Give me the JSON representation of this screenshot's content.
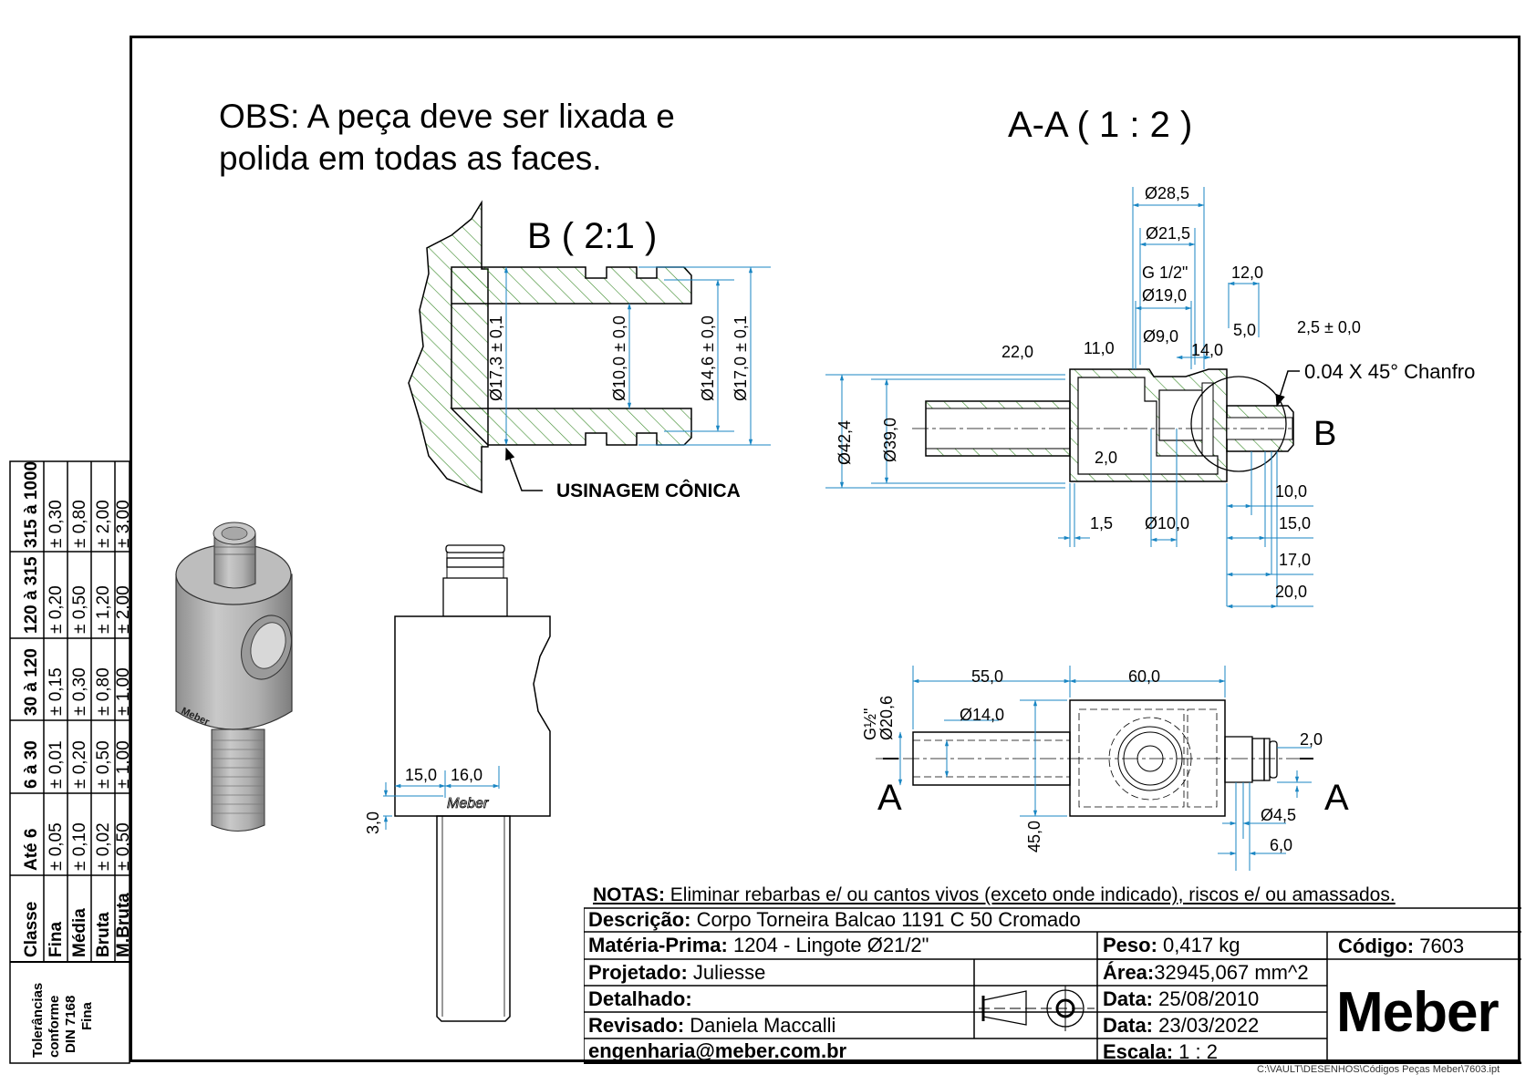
{
  "obs_note": [
    "OBS: A peça deve ser lixada e",
    "polida em todas as faces."
  ],
  "views": {
    "detail_b": {
      "title": "B ( 2:1 )",
      "dims": [
        "Ø17,3 ± 0,1",
        "Ø10,0 ± 0,0",
        "Ø14,6 ± 0,0",
        "Ø17,0 ± 0,1"
      ],
      "callout": "USINAGEM CÔNICA"
    },
    "section_aa": {
      "title": "A-A  ( 1 : 2 )",
      "dims": {
        "d28_5": "Ø28,5",
        "d21_5": "Ø21,5",
        "thread": "G 1/2\"",
        "d19_0": "Ø19,0",
        "d9_0": "Ø9,0",
        "l12_0": "12,0",
        "l5_0": "5,0",
        "l2_5": "2,5 ± 0,0",
        "l22_0": "22,0",
        "l11_0": "11,0",
        "l14_0": "14,0",
        "d42_4": "Ø42,4",
        "d39_0": "Ø39,0",
        "l2_0": "2,0",
        "l1_5": "1,5",
        "d10_0": "Ø10,0",
        "l10_0": "10,0",
        "l15_0": "15,0",
        "l17_0": "17,0",
        "l20_0": "20,0"
      },
      "chamfer_note": "0.04 X 45° Chanfro",
      "detail_label": "B"
    },
    "top_view": {
      "dims": {
        "l55_0": "55,0",
        "l60_0": "60,0",
        "d14_0": "Ø14,0",
        "thread": "G½\"",
        "d20_6": "Ø20,6",
        "l45_0": "45,0",
        "l2_0": "2,0",
        "d4_5": "Ø4,5",
        "l6_0": "6,0"
      },
      "section_marker": "A"
    },
    "front_view": {
      "dims": {
        "l15_0": "15,0",
        "l16_0": "16,0",
        "l3_0": "3,0"
      },
      "engraving": "Meber"
    },
    "iso_view": {
      "engraving": "Meber"
    }
  },
  "tolerance_table": {
    "title_lines": [
      "Tolerâncias",
      "conforme",
      "DIN 7168",
      "Fina"
    ],
    "header": [
      "Classe",
      "Até 6",
      "6 à 30",
      "30 à 120",
      "120 à 315",
      "315 à 1000"
    ],
    "rows": [
      {
        "class": "Fina",
        "values": [
          "± 0,05",
          "± 0,01",
          "± 0,15",
          "± 0,20",
          "± 0,30"
        ]
      },
      {
        "class": "Média",
        "values": [
          "± 0,10",
          "± 0,20",
          "± 0,30",
          "± 0,50",
          "± 0,80"
        ]
      },
      {
        "class": "Bruta",
        "values": [
          "± 0,02",
          "± 0,50",
          "± 0,80",
          "± 1,20",
          "± 2,00"
        ]
      },
      {
        "class": "M.Bruta",
        "values": [
          "± 0,50",
          "± 1,00",
          "± 1,00",
          "± 2,00",
          "± 3,00"
        ]
      }
    ]
  },
  "title_block": {
    "notes_label": "NOTAS:",
    "notes_text": " Eliminar rebarbas e/ ou cantos vivos (exceto onde indicado), riscos e/ ou amassados.",
    "descricao_label": "Descrição:",
    "descricao": " Corpo Torneira Balcao 1191 C 50 Cromado",
    "materia_label": "Matéria-Prima:",
    "materia": " 1204 - Lingote Ø21/2\"",
    "projetado_label": "Projetado:",
    "projetado": " Juliesse",
    "detalhado_label": "Detalhado:",
    "detalhado": "",
    "revisado_label": "Revisado:",
    "revisado": " Daniela Maccalli",
    "email": "engenharia@meber.com.br",
    "peso_label": "Peso:",
    "peso": " 0,417 kg",
    "area_label": "Área:",
    "area": "32945,067 mm^2",
    "data1_label": "Data:",
    "data1": " 25/08/2010",
    "data2_label": "Data:",
    "data2": " 23/03/2022",
    "escala_label": "Escala:",
    "escala": " 1 : 2",
    "codigo_label": "Código:",
    "codigo": " 7603",
    "logo": "Meber"
  },
  "file_path": "C:\\VAULT\\DESENHOS\\Códigos Peças Meber\\7603.ipt",
  "colors": {
    "dimension": "#1a86c3",
    "hatch": "#3a8a2a",
    "line": "#000000"
  }
}
